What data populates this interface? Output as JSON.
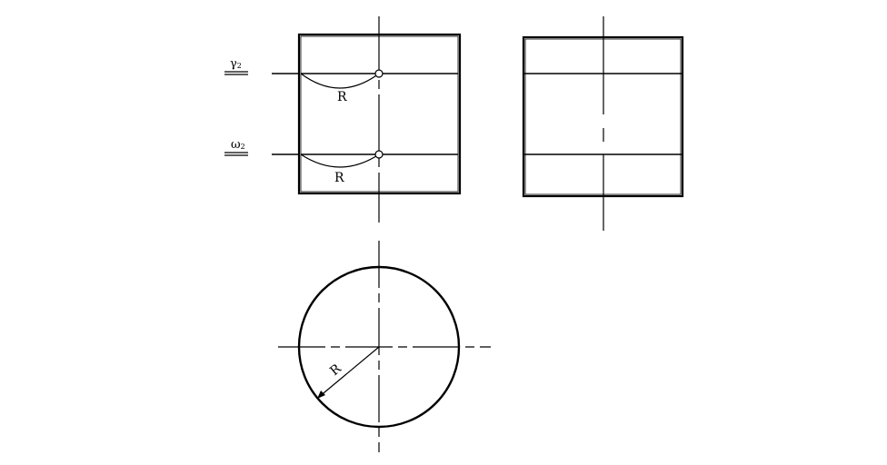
{
  "labels": {
    "section_top": "γ",
    "section_top_sub": "2",
    "section_bottom": "ω",
    "section_bottom_sub": "2",
    "arc_top": "R",
    "arc_bottom": "R",
    "radius": "R"
  }
}
